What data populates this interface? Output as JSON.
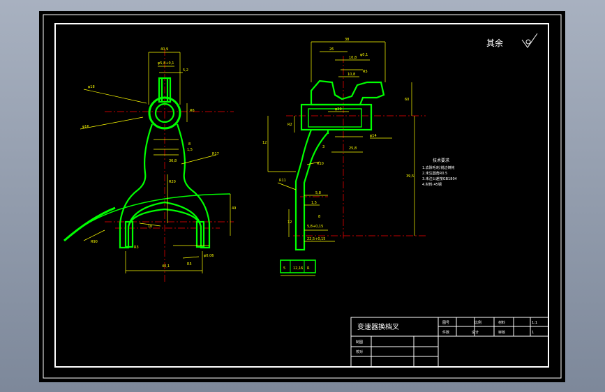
{
  "colors": {
    "background": "#000000",
    "part_outline": "#00ff00",
    "dimension": "#ffff00",
    "centerline": "#ff0000",
    "frame": "#ffffff",
    "desktop": "#8c97a8"
  },
  "roughness_note": "其余",
  "title_block": {
    "part_name": "变速器换档叉",
    "cells": [
      "图号",
      "比例",
      "材料",
      "件数",
      "设计",
      "审核",
      "制图",
      "校对"
    ],
    "values": [
      "",
      "1:1",
      "",
      "1"
    ]
  },
  "technical_requirements": {
    "heading": "技术要求",
    "items": [
      "1.去除毛刺,锐边倒钝",
      "2.未注圆角R0.5",
      "3.未注公差按GB1804",
      "4.材料:45钢"
    ]
  },
  "dimensions": {
    "front_view": [
      "40,9",
      "φ5,8+0,1",
      "5,2",
      "φ18",
      "R6",
      "φ16",
      "8",
      "1,5",
      "36,8",
      "R17",
      "R20",
      "R90",
      "49",
      "40,1",
      "φ0,06",
      "R3",
      "10",
      "R5"
    ],
    "side_view": [
      "38",
      "26",
      "φ0,1",
      "10,8",
      "R5",
      "10,8",
      "60",
      "39,5",
      "12",
      "R2",
      "φ20",
      "φ14",
      "R10",
      "R11",
      "3",
      "25,8",
      "12",
      "5,8",
      "1,5",
      "8",
      "5,8+0,15",
      "22,5+0,15"
    ],
    "bottom_view": [
      "5",
      "12,16",
      "R"
    ]
  }
}
